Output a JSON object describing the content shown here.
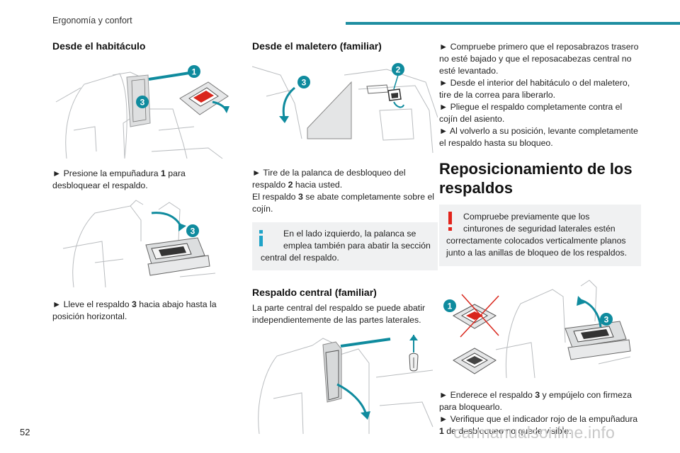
{
  "header": {
    "section": "Ergonomía y confort"
  },
  "page_number": "52",
  "watermark": "carmanualsonline.info",
  "col1": {
    "heading": "Desde el habitáculo",
    "step1_pre": "► Presione la empuñadura ",
    "step1_bold": "1",
    "step1_post": " para desbloquear el respaldo.",
    "step2_pre": "► Lleve el respaldo ",
    "step2_bold": "3",
    "step2_post": " hacia abajo hasta la posición horizontal.",
    "callout_1": "1",
    "callout_3a": "3",
    "callout_3b": "3"
  },
  "col2": {
    "heading": "Desde el maletero (familiar)",
    "step1_pre": "► Tire de la palanca de desbloqueo del respaldo ",
    "step1_bold": "2",
    "step1_post": " hacia usted.",
    "step2_pre": "El respaldo ",
    "step2_bold": "3",
    "step2_post": " se abate completamente sobre el cojín.",
    "note_l1": "En el lado izquierdo, la palanca se",
    "note_l2": "emplea también para abatir la sección",
    "note_l3": "central del respaldo.",
    "heading2": "Respaldo central (familiar)",
    "para": "La parte central del respaldo se puede abatir independientemente de las partes laterales.",
    "callout_2": "2",
    "callout_3": "3"
  },
  "col3": {
    "bullets": [
      "► Compruebe primero que el reposabrazos trasero no esté bajado y que el reposacabezas central no esté levantado.",
      "► Desde el interior del habitáculo o del maletero, tire de la correa para liberarlo.",
      "► Pliegue el respaldo completamente contra el cojín del asiento.",
      "► Al volverlo a su posición, levante completamente el respaldo hasta su bloqueo."
    ],
    "heading": "Reposicionamiento de los respaldos",
    "warn_l1": "Compruebe previamente que los",
    "warn_l2": "cinturones de seguridad laterales estén",
    "warn_rest": "correctamente colocados verticalmente planos junto a las anillas de bloqueo de los respaldos.",
    "step1_pre": "► Enderece el respaldo ",
    "step1_bold": "3",
    "step1_post": " y empújelo con firmeza para bloquearlo.",
    "step2_pre": "► Verifique que el indicador rojo de la empuñadura ",
    "step2_bold": "1",
    "step2_post": " de desbloqueo no quede visible.",
    "callout_1": "1",
    "callout_3": "3"
  },
  "colors": {
    "accent": "#1e8ea1",
    "callout": "#0f8b9e",
    "info": "#1fa3c8",
    "warning": "#e2231a"
  }
}
